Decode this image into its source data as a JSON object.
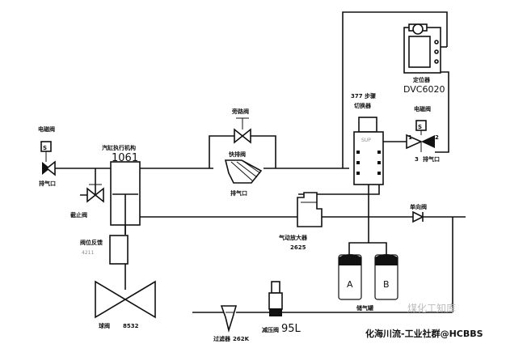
{
  "labels": {
    "solenoid_left": "电磁阀",
    "s_left": "S",
    "exhaust_left": "排气口",
    "actuator_title": "汽缸执行机构",
    "actuator_model": "1061",
    "stop_valve": "截止阀",
    "position_feedback": "阀位反馈",
    "feedback_model": "4211",
    "globe_valve": "球阀",
    "globe_model": "8532",
    "bypass_valve": "旁路阀",
    "quick_exhaust": "快排阀",
    "exhaust_mid": "排气口",
    "booster": "气动放大器",
    "booster_model": "2625",
    "switch_model": "377 步骤",
    "switch_name": "切换器",
    "sup_label": "SUP",
    "positioner": "定位器",
    "positioner_model": "DVC6020",
    "solenoid_right": "电磁阀",
    "s_right": "S",
    "port1": "1",
    "port2": "2",
    "port3": "3",
    "exhaust_right": "排气口",
    "check_valve": "单向阀",
    "tank_a": "A",
    "tank_b": "B",
    "tanks": "储气罐",
    "filter": "过滤器",
    "filter_model": "262K",
    "regulator": "减压阀",
    "regulator_model": "95L",
    "watermark": "煤化工知库",
    "credit": "化海川流-工业社群@HCBBS"
  },
  "colors": {
    "line": "#111111",
    "background": "#ffffff",
    "muted": "#8a8a8a",
    "watermark": "#bbbbbb"
  }
}
